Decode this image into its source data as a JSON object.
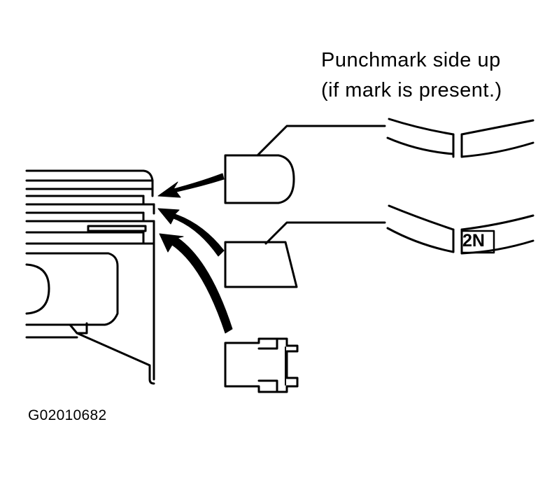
{
  "caption": {
    "line1": "Punchmark side up",
    "line2": "(if mark is present.)"
  },
  "ring_mark": "2N",
  "figure_id": "G02010682",
  "colors": {
    "ink": "#000000",
    "paper": "#ffffff"
  }
}
